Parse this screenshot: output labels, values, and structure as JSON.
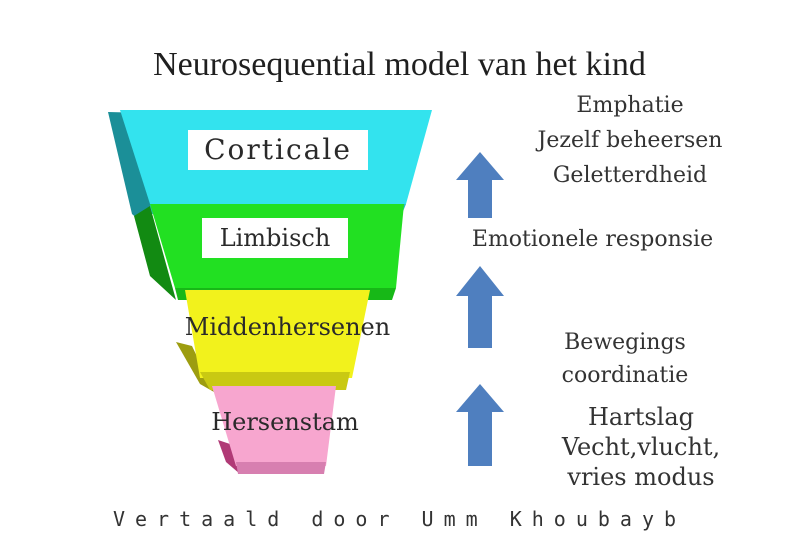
{
  "title": "Neurosequential model van het kind",
  "layers": [
    {
      "label": "Corticale",
      "color": "#33e3ee"
    },
    {
      "label": "Limbisch",
      "color": "#22e022"
    },
    {
      "label": "Middenhersenen",
      "color": "#f2f21c"
    },
    {
      "label": "Hersenstam",
      "color": "#f7a6cf"
    }
  ],
  "side_labels": {
    "corticale": [
      "Emphatie",
      "Jezelf beheersen",
      "Geletterdheid"
    ],
    "limbisch": [
      "Emotionele responsie"
    ],
    "middenhersenen": [
      "Bewegings",
      "coordinatie"
    ],
    "hersenstam": [
      "Hartslag",
      "Vecht,vlucht,",
      "vries modus"
    ]
  },
  "arrows": [
    {
      "icon": "arrow-up-icon",
      "color": "#4f7fbf"
    },
    {
      "icon": "arrow-up-icon",
      "color": "#4f7fbf"
    },
    {
      "icon": "arrow-up-icon",
      "color": "#4f7fbf"
    }
  ],
  "credit": "Vertaald door Umm Khoubayb"
}
